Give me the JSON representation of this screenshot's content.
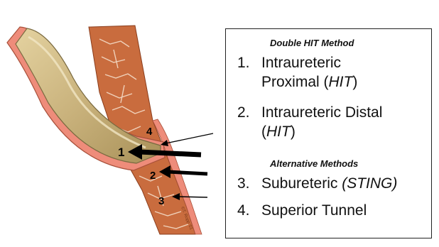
{
  "legend": {
    "heading_primary": "Double HIT Method",
    "heading_alternative": "Alternative Methods",
    "items": [
      {
        "number": "1.",
        "line1": "Intraureteric",
        "line2_pre": "Proximal (",
        "line2_em": "HIT",
        "line2_post": ")"
      },
      {
        "number": "2.",
        "line1": "Intraureteric Distal",
        "line2_pre": "(",
        "line2_em": "HIT",
        "line2_post": ")"
      },
      {
        "number": "3.",
        "line1_pre": "Subureteric ",
        "line1_em": "(STING)"
      },
      {
        "number": "4.",
        "line1": "Superior Tunnel"
      }
    ]
  },
  "diagram": {
    "labels": [
      "1",
      "2",
      "3",
      "4"
    ],
    "signature": "©T. Ropp '01",
    "colors": {
      "muscle": "#c96c3e",
      "muscle_lines": "#f4dcc8",
      "mucosa": "#ee8c7a",
      "ureter_fill": "#c9b27c",
      "ureter_edge": "#7a6a40",
      "arrow": "#000000"
    }
  }
}
